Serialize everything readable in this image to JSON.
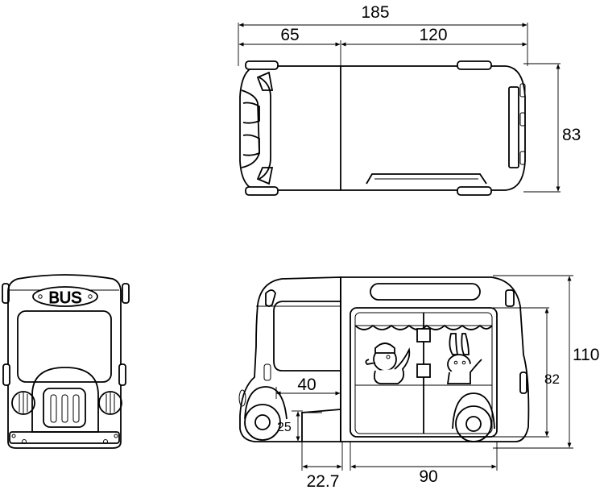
{
  "top_view": {
    "dim_total_length": "185",
    "dim_front_section": "65",
    "dim_rear_section": "120",
    "dim_width": "83"
  },
  "front_view": {
    "sign_text": "BUS"
  },
  "side_view": {
    "dim_height": "110",
    "dim_door_height": "82",
    "dim_step_depth": "40",
    "dim_step_height": "25",
    "dim_step_offset": "22.7",
    "dim_door_width": "90"
  }
}
